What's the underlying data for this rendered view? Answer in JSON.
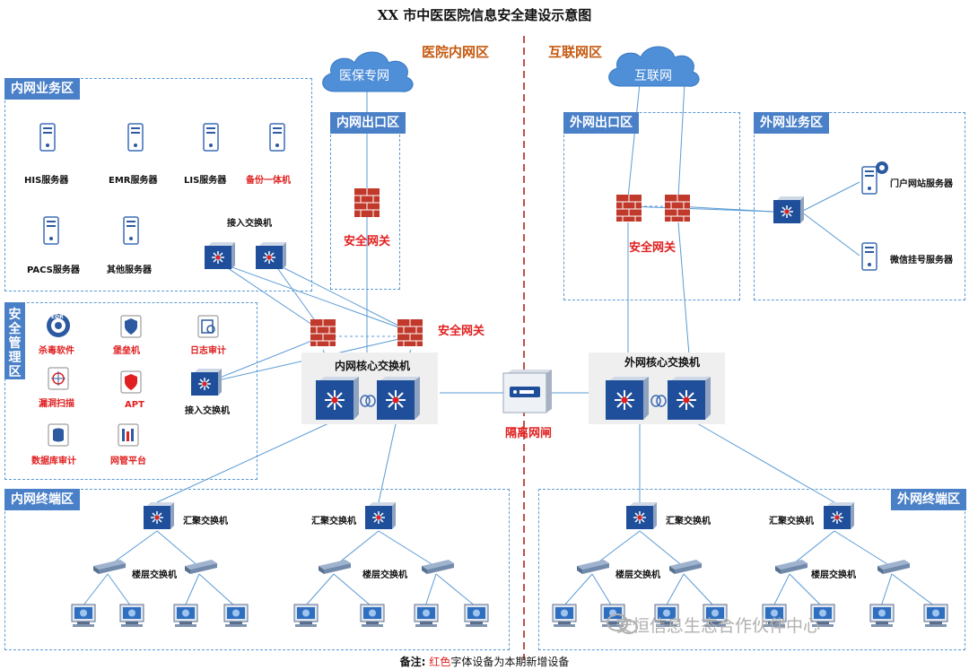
{
  "title": "XX 市中医医院信息安全建设示意图",
  "regions": {
    "internal": "医院内网区",
    "internet": "互联网区"
  },
  "clouds": {
    "yibao": "医保专网",
    "internet": "互联网"
  },
  "zones": {
    "intranet_business": "内网业务区",
    "intranet_exit": "内网出口区",
    "extranet_exit": "外网出口区",
    "extranet_business": "外网业务区",
    "security_mgmt": "安全管理区",
    "intranet_terminal": "内网终端区",
    "extranet_terminal": "外网终端区"
  },
  "devices": {
    "his": "HIS服务器",
    "emr": "EMR服务器",
    "lis": "LIS服务器",
    "backup": "备份一体机",
    "pacs": "PACS服务器",
    "other": "其他服务器",
    "access_switch": "接入交换机",
    "antivirus": "杀毒软件",
    "bastion": "堡垒机",
    "log_audit": "日志审计",
    "vuln_scan": "漏洞扫描",
    "apt": "APT",
    "mgmt_switch": "接入交换机",
    "db_audit": "数据库审计",
    "netmgmt": "网管平台",
    "gw_intranet_exit": "安全网关",
    "gw_internal": "安全网关",
    "gw_extranet_exit": "安全网关",
    "core_internal": "内网核心交换机",
    "core_external": "外网核心交换机",
    "gap": "隔离网闸",
    "portal_server": "门户网站服务器",
    "wechat_server": "微信挂号服务器",
    "aggregation": "汇聚交换机",
    "floor": "楼层交换机",
    "edr_badge": "EDR"
  },
  "footer": {
    "label": "备注:",
    "highlight": "红色",
    "rest": "字体设备为本期新增设备"
  },
  "watermark": "安恒信息生态合作伙伴中心",
  "colors": {
    "zone_tag": "#4a80c8",
    "new_device": "#e02020",
    "region_label": "#c55a11",
    "divider": "#c0504d"
  }
}
